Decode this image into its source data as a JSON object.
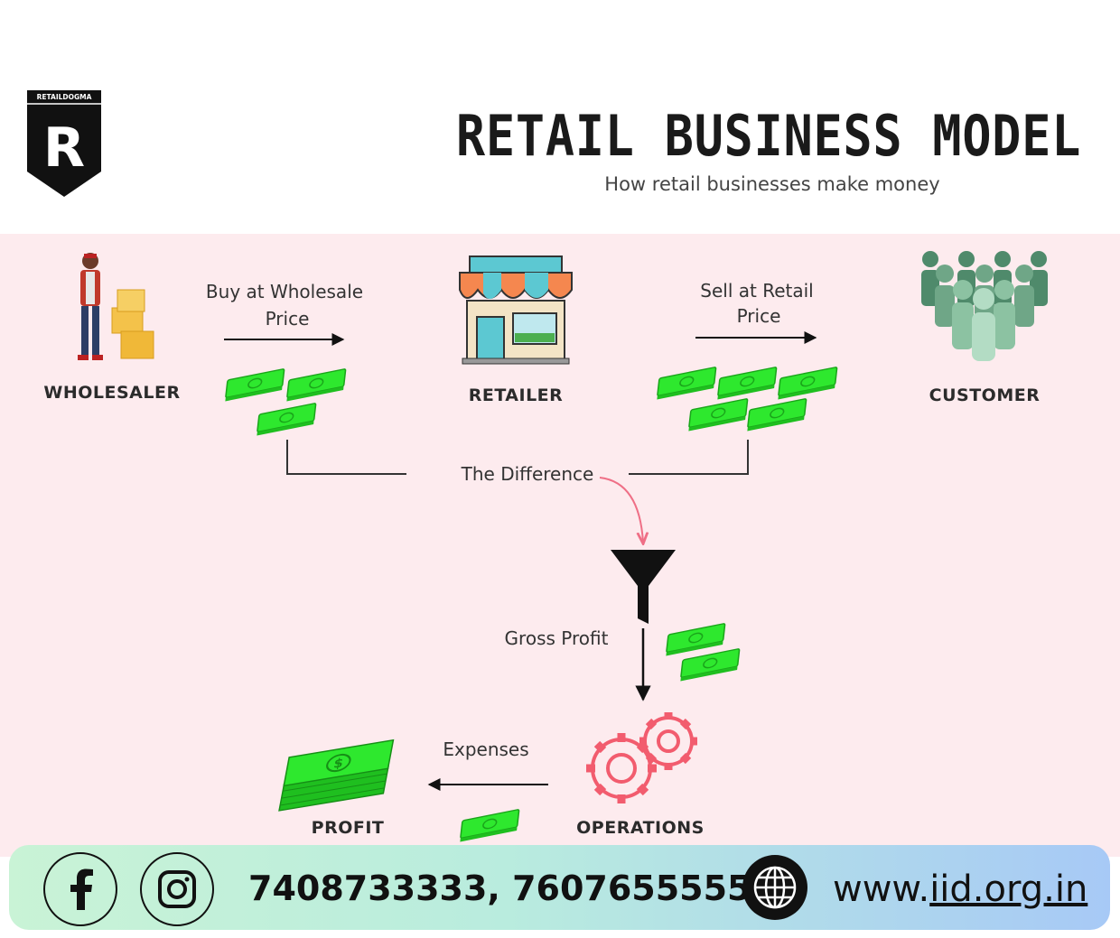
{
  "header": {
    "brand_small": "RETAILDOGMA",
    "brand_letter": "R",
    "title": "RETAIL BUSINESS MODEL",
    "subtitle": "How retail businesses make money"
  },
  "nodes": {
    "wholesaler": "WHOLESALER",
    "retailer": "RETAILER",
    "customer": "CUSTOMER",
    "profit": "PROFIT",
    "operations": "OPERATIONS"
  },
  "edges": {
    "buy_line1": "Buy at Wholesale",
    "buy_line2": "Price",
    "sell_line1": "Sell at Retail",
    "sell_line2": "Price",
    "difference": "The Difference",
    "gross_profit": "Gross Profit",
    "expenses": "Expenses"
  },
  "footer": {
    "phones": "7408733333, 7607655555",
    "web_prefix": "www.",
    "web_domain": "iid.org.in"
  },
  "colors": {
    "band": "#fdebee",
    "cash": "#2ee82e",
    "gear": "#f25c6e",
    "arrow_pink": "#ef6f86",
    "crowd": "#4f8a6b"
  }
}
